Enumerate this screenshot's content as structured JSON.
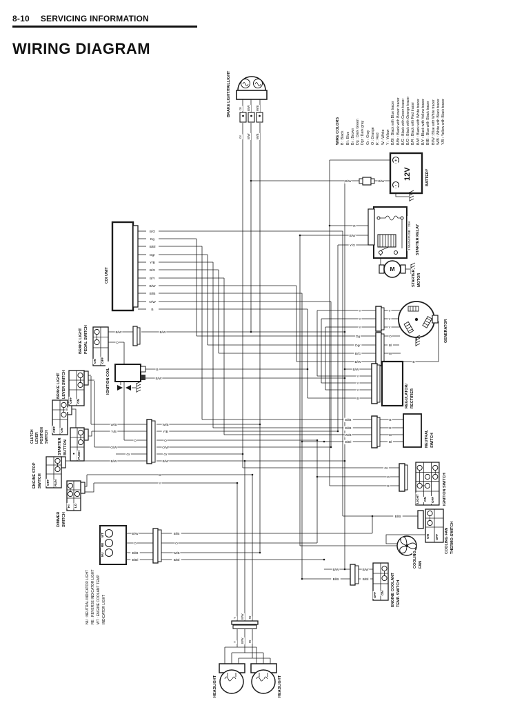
{
  "header": {
    "page": "8-10",
    "section": "SERVICING INFORMATION",
    "title": "WIRING DIAGRAM"
  },
  "legend": {
    "title": "WIRE COLORS",
    "entries": [
      "B : Black",
      "Bl : Blue",
      "Br : Brown",
      "Dg : Dark Green",
      "Dgr : Dark gray",
      "Gr : Gray",
      "O : Orange",
      "R : Red",
      "W : White",
      "Y : Yellow",
      "B/Bl : Black with Blue tracer",
      "B/Br : Black with Brown tracer",
      "B/G : Black with Green tracer",
      "B/O : Black with Orange tracer",
      "B/R : Black with Red tracer",
      "B/W : Black with White tracer",
      "B/Y : Black with Yellow tracer",
      "Bl/B : Blue with Black tracer",
      "Bl/W : Blue with White tracer",
      "W/B : White with Black tracer",
      "Y/B : Yellow with Black tracer"
    ]
  },
  "components": {
    "brake_taillight": "BRAKE LIGHT/TAILLIGHT",
    "battery": "BATTERY",
    "starter_relay": "STARTER RELAY",
    "starter_motor_1": "STARTER",
    "starter_motor_2": "MOTOR",
    "generator": "GENERATOR",
    "regulator_1": "REGULATOR/",
    "regulator_2": "RECTIFIER",
    "neutral_1": "NEUTRAL",
    "neutral_2": "SWITCH",
    "ignition_switch": "IGNITION SWITCH",
    "thermo_1": "COOLING FAN",
    "thermo_2": "THERMO-SWITCH",
    "fan_1": "COOLING",
    "fan_2": "FAN",
    "coolant_1": "ENGINE COOLANT",
    "coolant_2": "TEMP. SWITCH",
    "cdi": "CDI UNIT",
    "pedal_1": "BRAKE LIGHT",
    "pedal_2": "PEDAL SWITCH",
    "coil": "IGNITION COIL",
    "lever_1": "BRAKE LIGHT",
    "lever_2": "LEVER SWITCH",
    "clutch_1": "CLUTCH",
    "clutch_2": "LEVER",
    "clutch_3": "POSITION",
    "clutch_4": "SWITCH",
    "button_1": "STARTER",
    "button_2": "BUTTON",
    "stop_1": "ENGINE STOP",
    "stop_2": "SWITCH",
    "dimmer_1": "DIMMER",
    "dimmer_2": "SWITCH",
    "headlight": "HEADLIGHT"
  },
  "indicators": {
    "wt": "WT",
    "re": "RE",
    "nu": "NU"
  },
  "battery": {
    "voltage": "12V",
    "plus": "+",
    "minus": "-",
    "label": "BATTERY",
    "fuse": "1 MAIN FUSE : 20A"
  },
  "motor_letter": "M",
  "notes": [
    "NU : NEUTRAL INDICATOR LIGHT",
    "RE : REVERSE INDICATOR LIGHT",
    "WT : ENGINE COOLANT TEMP.",
    "INDICATOR LIGHT"
  ],
  "switches": {
    "pedal": [
      "ON",
      "OFF"
    ],
    "lever": [
      "OFF",
      "ON"
    ],
    "clutch": [
      "OFF",
      "ON"
    ],
    "button": [
      "●",
      "PUSH"
    ],
    "stop": [
      "OFF",
      "RUN"
    ],
    "dimmer": [
      "HI",
      "LO"
    ],
    "ignition": [
      "LIGHT",
      "ON",
      "OFF"
    ],
    "thermo": [
      "ON",
      "OFF"
    ],
    "coolant": [
      "OFF",
      "ON"
    ]
  },
  "wires": {
    "taillight": [
      "Gr",
      "B/W",
      "W/B"
    ],
    "battery_line": [
      "B/W",
      "B/W"
    ],
    "relay": [
      "R",
      "B/W",
      "Y/G"
    ],
    "gen3": [
      "Y",
      "Y",
      "Y"
    ],
    "gen4_left": [
      "Dg",
      "Dgr",
      "B/G",
      "B/W"
    ],
    "gen4_right": [
      "O",
      "Bl",
      "W",
      "B"
    ],
    "regulator": [
      "B/W",
      "Y",
      "Y",
      "Y",
      "B"
    ],
    "neutral_left": [
      "Bl/B",
      "Bl/B",
      "W/B",
      "B/Bl"
    ],
    "neutral_right": [
      "B",
      "R",
      "W",
      "Bl"
    ],
    "ignition": [
      "Gr",
      "O",
      "R"
    ],
    "thermo": "Bl/B",
    "coolant_left": [
      "B/W",
      "Bl/B"
    ],
    "coolant_right": [
      "B/W",
      "B/Bl"
    ],
    "cdi": [
      "B/O",
      "Dg",
      "B/Bl",
      "Dgr",
      "Y/B",
      "B/G",
      "B/Y",
      "B/W",
      "Bl/B",
      "O/W",
      "B"
    ],
    "coil": [
      "B",
      "B/W"
    ],
    "pedal": [
      "B/W",
      "O",
      "B/W"
    ],
    "clutch": "B",
    "harness_left": [
      "W/B",
      "Y/B",
      "O",
      "O/W",
      "Gr",
      "B/W"
    ],
    "harness_right": [
      "W/B",
      "Y/B",
      "O",
      "O/W",
      "Gr",
      "B/W"
    ],
    "dimmer_out": [
      "W",
      "Y"
    ],
    "indicator_left": [
      "B/W",
      "O",
      "Bl/B",
      "B/Bl"
    ],
    "indicator_right": [
      "Bl/B",
      "O",
      "W/B",
      "B/Bl"
    ],
    "headlight": [
      "Y",
      "B/W",
      "W"
    ]
  }
}
